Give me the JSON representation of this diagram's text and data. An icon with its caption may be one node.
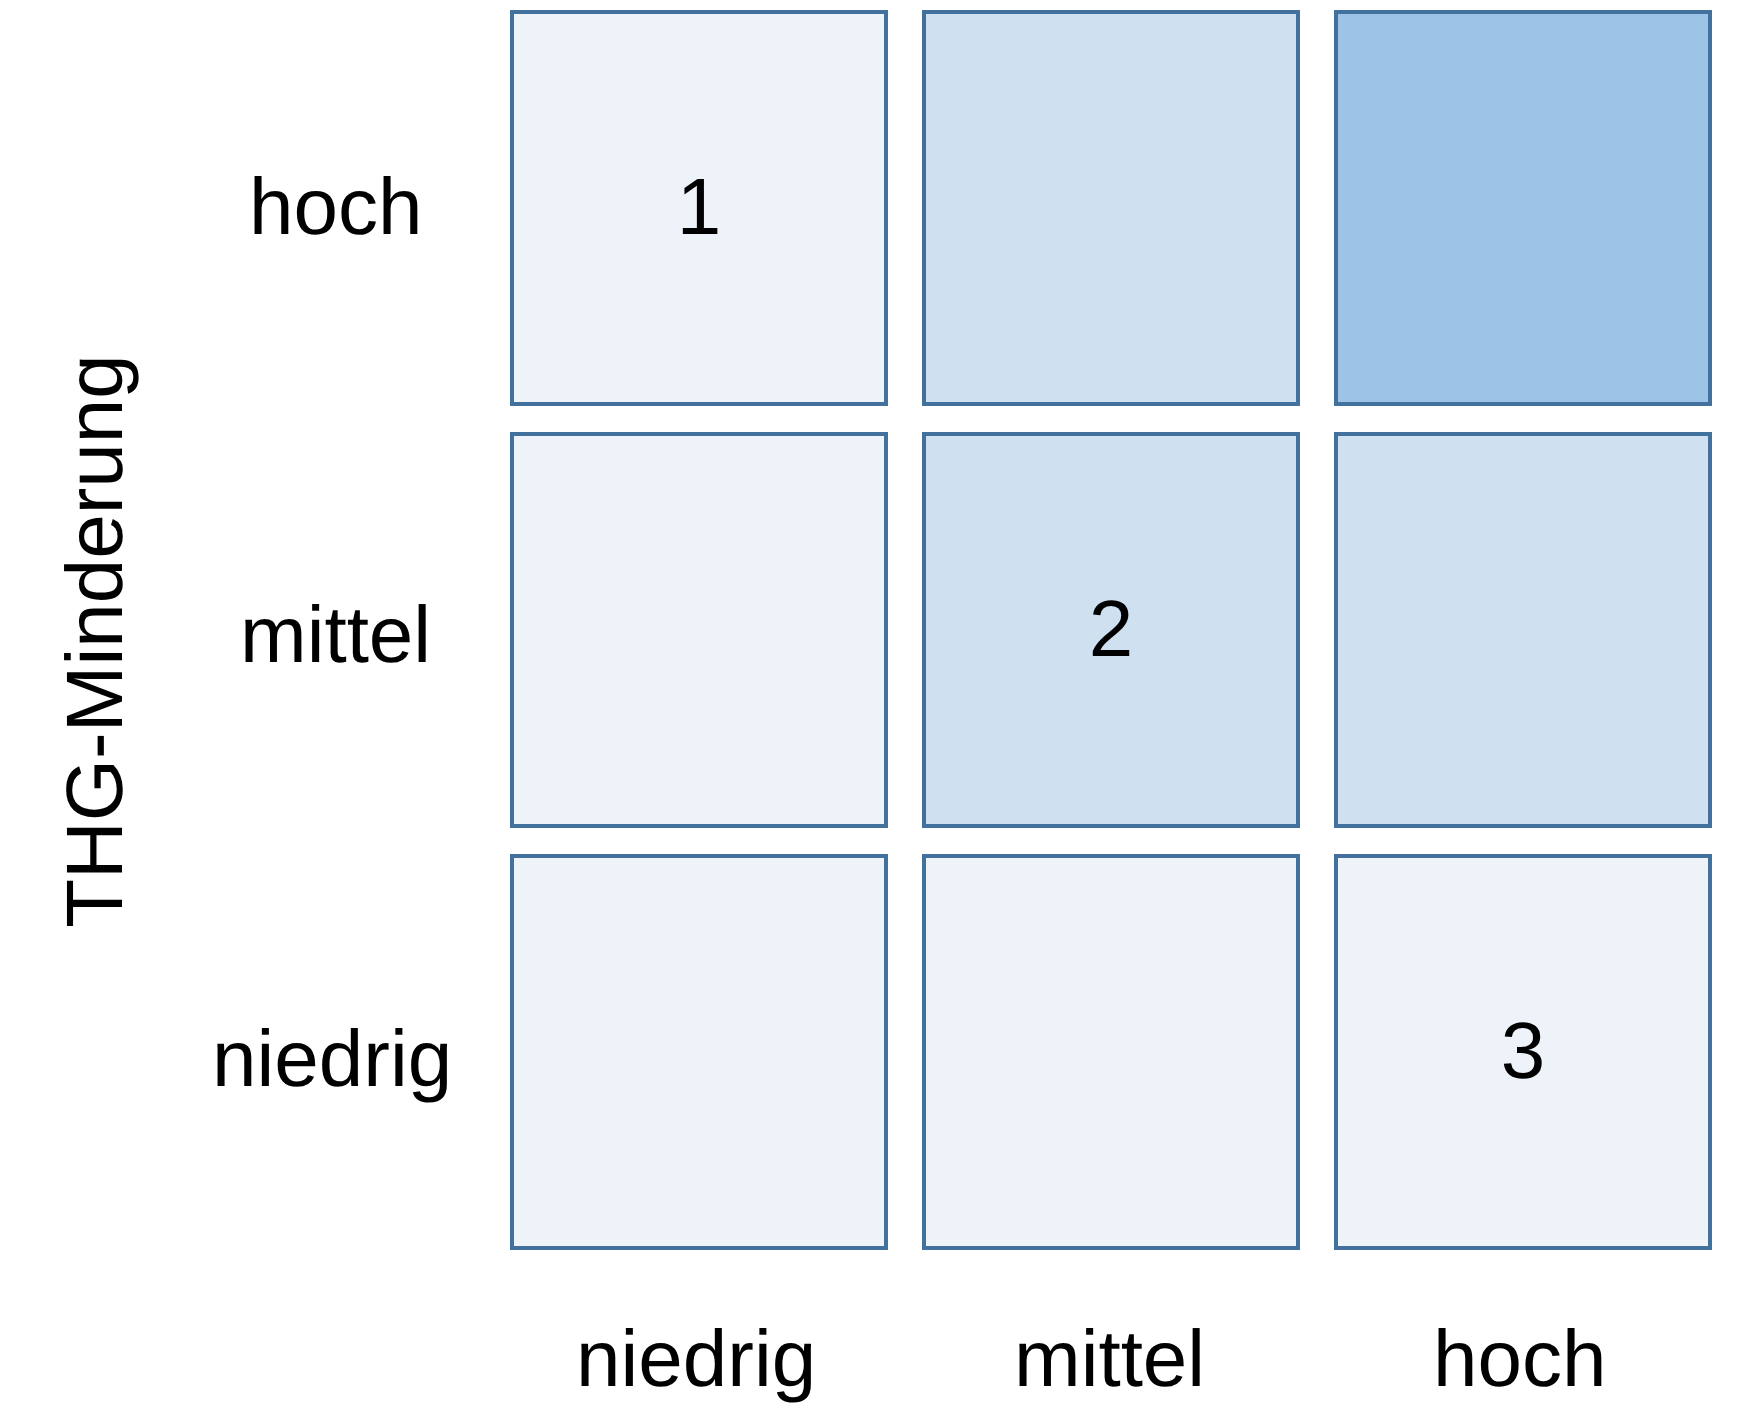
{
  "diagram": {
    "nodes": [
      {
        "text": [
          "1"
        ]
      },
      {
        "text": [],
        "shape": "box"
      },
      {
        "text": [],
        "shape": "box"
      },
      {
        "text": [],
        "shape": "box"
      },
      {
        "text": [
          "2"
        ]
      },
      {
        "text": [],
        "shape": "box"
      },
      {
        "text": [],
        "shape": "box"
      },
      {
        "text": [],
        "shape": "box"
      },
      {
        "text": [
          "3"
        ]
      }
    ],
    "labels": [
      "THG-Minderung",
      "hoch",
      "mittel",
      "niedrig",
      "niedrig",
      "mittel",
      "hoch"
    ]
  }
}
